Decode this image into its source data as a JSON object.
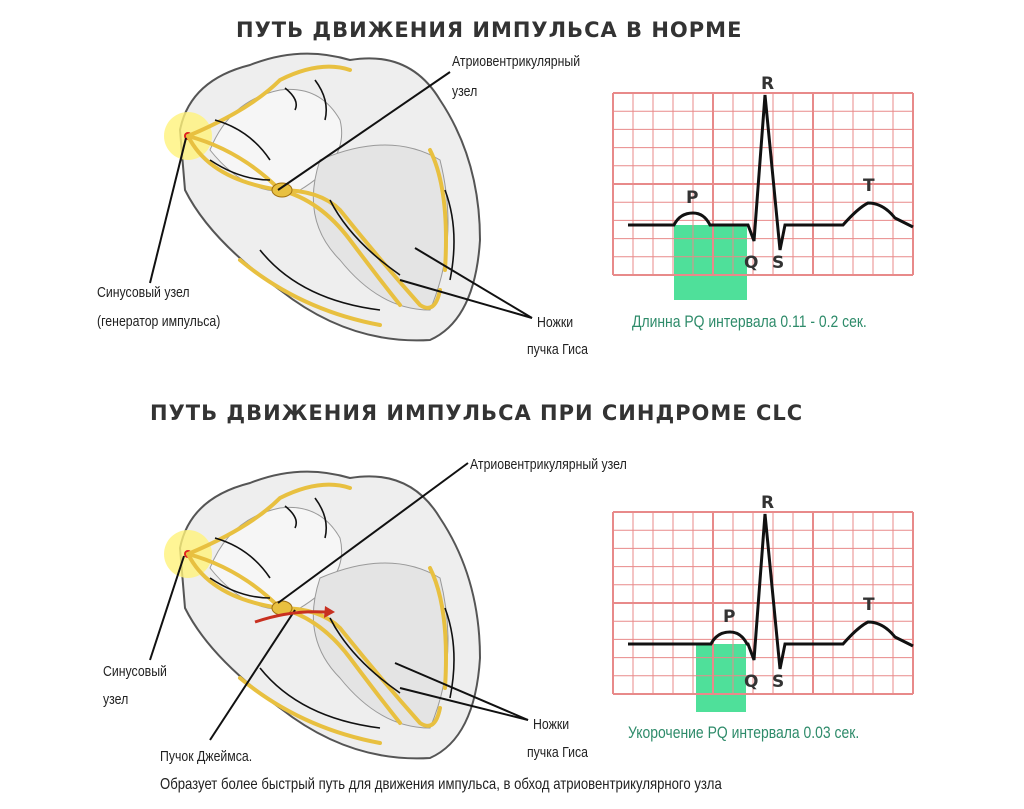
{
  "section_normal": {
    "title": "ПУТЬ ДВИЖЕНИЯ ИМПУЛЬСА В НОРМЕ",
    "av_node_label_1": "Атриовентрикулярный",
    "av_node_label_2": "узел",
    "sinus_label_1": "Синусовый узел",
    "sinus_label_2": "(генератор импульса)",
    "bundle_label_1": "Ножки",
    "bundle_label_2": "пучка Гиса",
    "ecg": {
      "wave_labels": {
        "p": "P",
        "q": "Q",
        "r": "R",
        "s": "S",
        "t": "T"
      }
    },
    "caption": "Длинна PQ интервала 0.11 - 0.2 сек."
  },
  "section_clc": {
    "title": "ПУТЬ ДВИЖЕНИЯ ИМПУЛЬСА ПРИ СИНДРОМЕ CLC",
    "av_node_label": "Атриовентрикулярный узел",
    "sinus_label_1": "Синусовый",
    "sinus_label_2": "узел",
    "james_label": "Пучок Джеймса.",
    "bundle_label_1": "Ножки",
    "bundle_label_2": "пучка Гиса",
    "ecg": {
      "wave_labels": {
        "p": "P",
        "q": "Q",
        "r": "R",
        "s": "S",
        "t": "T"
      }
    },
    "caption": "Укорочение PQ интервала 0.03 сек.",
    "footnote": "Образует более быстрый путь для движения импульса, в обход атриовентрикулярного узла"
  },
  "colors": {
    "grid": "#e88a8a",
    "highlight": "#4fe09a",
    "caption": "#2e8b6a",
    "conduction": "#e8c040",
    "sinus": "#e02020"
  }
}
